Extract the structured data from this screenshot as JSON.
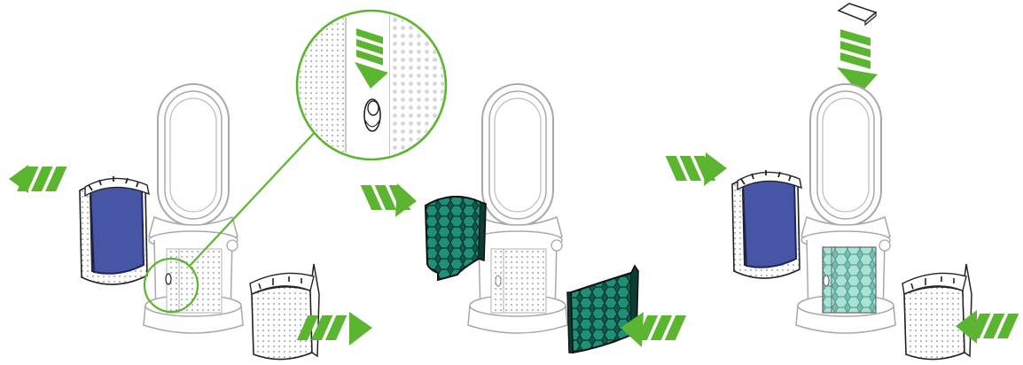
{
  "diagram": {
    "steps": [
      {
        "id": "step-1",
        "device": "purifier-fan-heater",
        "action": "remove-outer-shell-and-filter"
      },
      {
        "id": "step-2",
        "device": "purifier-fan-heater",
        "action": "remove-carbon-filters"
      },
      {
        "id": "step-3",
        "device": "purifier-fan-heater",
        "action": "refit-filter-and-shell"
      }
    ],
    "icons": [
      "arrow-icon",
      "release-button-icon"
    ],
    "colors": {
      "accent_green": "#5cb531",
      "hepa_blue": "#4656a5",
      "carbon_green": "#0f5a4c",
      "carbon_light": "#2ea58d",
      "mesh_installed": "#8fd3c4",
      "outline": "#9a9a9a",
      "dark_outline": "#222222"
    }
  }
}
